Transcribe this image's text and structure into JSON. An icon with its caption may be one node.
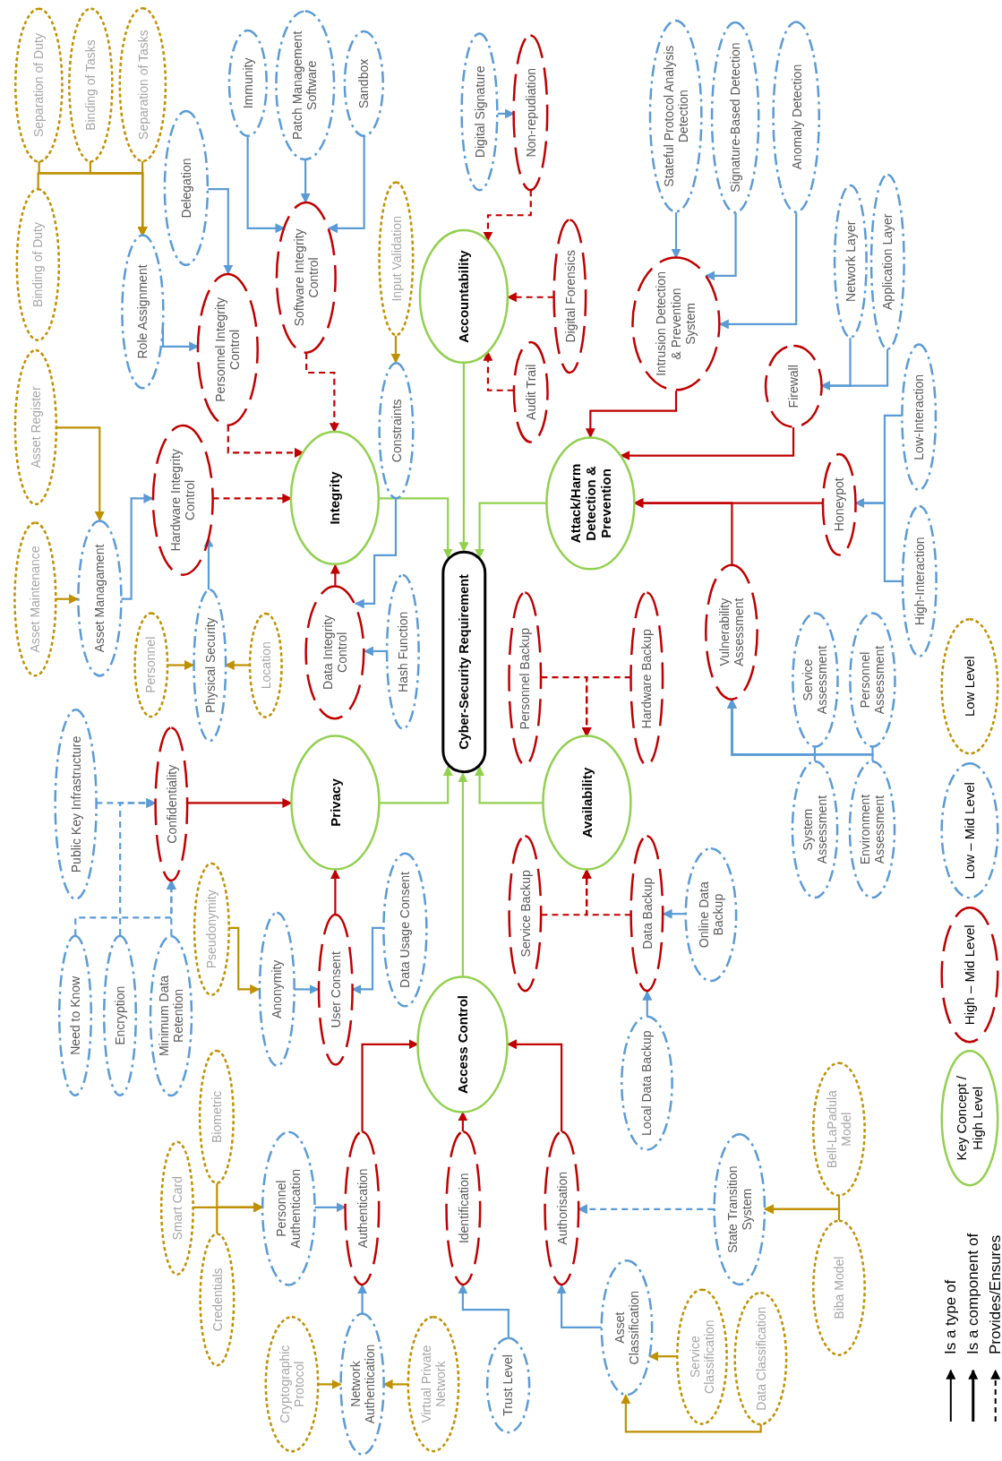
{
  "diagram": {
    "nodes": [
      {
        "text": [
          "Separation of Duty"
        ]
      },
      {
        "text": [
          "Binding of Tasks"
        ]
      },
      {
        "text": [
          "Separation of Tasks"
        ]
      },
      {
        "text": [
          "Binding of Duty"
        ]
      },
      {
        "text": [
          "Asset Register"
        ]
      },
      {
        "text": [
          "Asset Maintenance"
        ]
      },
      {
        "text": [
          "Asset Managament"
        ]
      },
      {
        "text": [
          "Role Assignment"
        ]
      },
      {
        "text": [
          "Delegation"
        ]
      },
      {
        "text": [
          "Personnel Integrity Control"
        ]
      },
      {
        "text": [
          "Hardware Integrity Control"
        ]
      },
      {
        "text": [
          "Immunity"
        ]
      },
      {
        "text": [
          "Patch Management Software"
        ]
      },
      {
        "text": [
          "Sandbox"
        ]
      },
      {
        "text": [
          "Software Integrity Control"
        ]
      },
      {
        "text": [
          "Input Validation"
        ]
      },
      {
        "text": [
          "Constraints"
        ]
      },
      {
        "text": [
          "Integrity"
        ]
      },
      {
        "text": [
          "Accountability"
        ]
      },
      {
        "text": [
          "Digital Signature"
        ]
      },
      {
        "text": [
          "Non-repudiation"
        ]
      },
      {
        "text": [
          "Digital Forensics"
        ]
      },
      {
        "text": [
          "Audit Trail"
        ]
      },
      {
        "text": [
          "Intrusion Detection & Prevention System"
        ]
      },
      {
        "text": [
          "Stateful Protocol Analysis Detection"
        ]
      },
      {
        "text": [
          "Signature-Based Detection"
        ]
      },
      {
        "text": [
          "Anomaly Detection"
        ]
      },
      {
        "text": [
          "Network Layer"
        ]
      },
      {
        "text": [
          "Application Layer"
        ]
      },
      {
        "text": [
          "Firewall"
        ]
      },
      {
        "text": [
          "Attack/Harm Detection & Prevention"
        ]
      },
      {
        "text": [
          "Honeypot"
        ]
      },
      {
        "text": [
          "Low-Interaction"
        ]
      },
      {
        "text": [
          "High-Interaction"
        ]
      },
      {
        "text": [
          "Cyber-Security Requirement"
        ]
      },
      {
        "text": [
          "Hash Function"
        ]
      },
      {
        "text": [
          "Data Integrity Control"
        ]
      },
      {
        "text": [
          "Physical Security"
        ]
      },
      {
        "text": [
          "Personnel"
        ]
      },
      {
        "text": [
          "Location"
        ]
      },
      {
        "text": [
          "Public Key Infrastructure"
        ]
      },
      {
        "text": [
          "Confidentiality"
        ]
      },
      {
        "text": [
          "Privacy"
        ]
      },
      {
        "text": [
          "Need to Know"
        ]
      },
      {
        "text": [
          "Encryption"
        ]
      },
      {
        "text": [
          "Minimum Data Retention"
        ]
      },
      {
        "text": [
          "Pseudonymity"
        ]
      },
      {
        "text": [
          "Anonymity"
        ]
      },
      {
        "text": [
          "User Consent"
        ]
      },
      {
        "text": [
          "Data Usage Consent"
        ]
      },
      {
        "text": [
          "Access Control"
        ]
      },
      {
        "text": [
          "Service Backup"
        ]
      },
      {
        "text": [
          "Availability"
        ]
      },
      {
        "text": [
          "Personnel Backup"
        ]
      },
      {
        "text": [
          "Hardware Backup"
        ]
      },
      {
        "text": [
          "Data Backup"
        ]
      },
      {
        "text": [
          "Online Data Backup"
        ]
      },
      {
        "text": [
          "Local Data Backup"
        ]
      },
      {
        "text": [
          "Vulnerability Assessment"
        ]
      },
      {
        "text": [
          "Service Assessment"
        ]
      },
      {
        "text": [
          "Personnel Assessment"
        ]
      },
      {
        "text": [
          "System Assessment"
        ]
      },
      {
        "text": [
          "Environment Assessment"
        ]
      },
      {
        "text": [
          "Credentials"
        ]
      },
      {
        "text": [
          "Smart Card"
        ]
      },
      {
        "text": [
          "Biometric"
        ]
      },
      {
        "text": [
          "Personnel Authentication"
        ]
      },
      {
        "text": [
          "Authentication"
        ]
      },
      {
        "text": [
          "Identification"
        ]
      },
      {
        "text": [
          "Cryptographic Protocol"
        ]
      },
      {
        "text": [
          "Network Authentication"
        ]
      },
      {
        "text": [
          "Virtual Private Network"
        ]
      },
      {
        "text": [
          "Trust Level"
        ]
      },
      {
        "text": [
          "Authorisation"
        ]
      },
      {
        "text": [
          "Asset Classification"
        ]
      },
      {
        "text": [
          "Service Classification"
        ]
      },
      {
        "text": [
          "Data Classification"
        ]
      },
      {
        "text": [
          "State Transition System"
        ]
      },
      {
        "text": [
          "Bell-LaPadula Model"
        ]
      },
      {
        "text": [
          "Biba Model"
        ]
      }
    ],
    "edges": [
      {
        "from": 0,
        "to": 7,
        "arrow": "to",
        "color": "#bf9000"
      },
      {
        "from": 1,
        "to": 7,
        "arrow": "to",
        "color": "#bf9000"
      },
      {
        "from": 2,
        "to": 7,
        "arrow": "to",
        "color": "#bf9000"
      },
      {
        "from": 3,
        "to": 7,
        "arrow": "to",
        "color": "#bf9000"
      },
      {
        "from": 4,
        "to": 6,
        "arrow": "to",
        "color": "#bf9000"
      },
      {
        "from": 5,
        "to": 6,
        "arrow": "to",
        "color": "#bf9000"
      },
      {
        "from": 6,
        "to": 10,
        "arrow": "to"
      },
      {
        "from": 37,
        "to": 10,
        "arrow": "to"
      },
      {
        "from": 38,
        "to": 37,
        "arrow": "to",
        "color": "#bf9000"
      },
      {
        "from": 39,
        "to": 37,
        "arrow": "to",
        "color": "#bf9000"
      },
      {
        "from": 7,
        "to": 9,
        "arrow": "to"
      },
      {
        "from": 8,
        "to": 9,
        "arrow": "to"
      },
      {
        "from": 11,
        "to": 14,
        "arrow": "to"
      },
      {
        "from": 12,
        "to": 14,
        "arrow": "to"
      },
      {
        "from": 13,
        "to": 14,
        "arrow": "to"
      },
      {
        "from": 14,
        "to": 17,
        "arrow": "to",
        "style": "dashed",
        "color": "#c00000"
      },
      {
        "from": 9,
        "to": 17,
        "arrow": "to",
        "style": "dashed",
        "color": "#c00000"
      },
      {
        "from": 10,
        "to": 17,
        "arrow": "to",
        "style": "dashed",
        "color": "#c00000"
      },
      {
        "from": 15,
        "to": 16,
        "arrow": "to",
        "color": "#bf9000"
      },
      {
        "from": 16,
        "to": 36,
        "arrow": "to"
      },
      {
        "from": 35,
        "to": 36,
        "arrow": "to"
      },
      {
        "from": 36,
        "to": 17,
        "arrow": "to",
        "color": "#c00000"
      },
      {
        "from": 17,
        "to": 34,
        "arrow": "to",
        "color": "#92d050"
      },
      {
        "from": 18,
        "to": 34,
        "arrow": "to",
        "color": "#92d050"
      },
      {
        "from": 30,
        "to": 34,
        "arrow": "to",
        "color": "#92d050"
      },
      {
        "from": 42,
        "to": 34,
        "arrow": "to",
        "color": "#92d050"
      },
      {
        "from": 52,
        "to": 34,
        "arrow": "to",
        "color": "#92d050"
      },
      {
        "from": 50,
        "to": 34,
        "arrow": "to",
        "color": "#92d050"
      },
      {
        "from": 21,
        "to": 18,
        "arrow": "to",
        "style": "dashed",
        "color": "#c00000"
      },
      {
        "from": 20,
        "to": 18,
        "arrow": "to",
        "style": "dashed",
        "color": "#c00000"
      },
      {
        "from": 22,
        "to": 18,
        "arrow": "to",
        "style": "dashed",
        "color": "#c00000"
      },
      {
        "from": 19,
        "to": 20,
        "arrow": "to"
      },
      {
        "from": 24,
        "to": 23,
        "arrow": "to"
      },
      {
        "from": 25,
        "to": 23,
        "arrow": "to"
      },
      {
        "from": 26,
        "to": 23,
        "arrow": "to"
      },
      {
        "from": 23,
        "to": 30,
        "arrow": "to",
        "color": "#c00000"
      },
      {
        "from": 29,
        "to": 30,
        "arrow": "to",
        "color": "#c00000"
      },
      {
        "from": 27,
        "to": 29,
        "arrow": "to"
      },
      {
        "from": 28,
        "to": 29,
        "arrow": "to"
      },
      {
        "from": 31,
        "to": 30,
        "arrow": "to",
        "color": "#c00000"
      },
      {
        "from": 58,
        "to": 30,
        "arrow": "to",
        "color": "#c00000"
      },
      {
        "from": 32,
        "to": 31,
        "arrow": "to"
      },
      {
        "from": 33,
        "to": 31,
        "arrow": "to"
      },
      {
        "from": 59,
        "to": 58,
        "arrow": "to"
      },
      {
        "from": 60,
        "to": 58,
        "arrow": "to"
      },
      {
        "from": 61,
        "to": 58,
        "arrow": "to"
      },
      {
        "from": 62,
        "to": 58,
        "arrow": "to"
      },
      {
        "from": 53,
        "to": 52,
        "arrow": "to",
        "style": "dashed",
        "color": "#c00000"
      },
      {
        "from": 54,
        "to": 52,
        "arrow": "to",
        "style": "dashed",
        "color": "#c00000"
      },
      {
        "from": 51,
        "to": 52,
        "arrow": "to",
        "style": "dashed",
        "color": "#c00000"
      },
      {
        "from": 55,
        "to": 52,
        "arrow": "to",
        "style": "dashed",
        "color": "#c00000"
      },
      {
        "from": 56,
        "to": 55,
        "arrow": "to"
      },
      {
        "from": 57,
        "to": 55,
        "arrow": "to"
      },
      {
        "from": 47,
        "to": 48,
        "arrow": "to"
      },
      {
        "from": 49,
        "to": 48,
        "arrow": "to"
      },
      {
        "from": 46,
        "to": 47,
        "arrow": "to",
        "color": "#bf9000"
      },
      {
        "from": 48,
        "to": 42,
        "arrow": "to",
        "color": "#c00000"
      },
      {
        "from": 41,
        "to": 42,
        "arrow": "to",
        "color": "#c00000"
      },
      {
        "from": 40,
        "to": 41,
        "arrow": "to",
        "style": "dashed"
      },
      {
        "from": 43,
        "to": 41,
        "arrow": "to",
        "style": "dashed"
      },
      {
        "from": 44,
        "to": 41,
        "arrow": "to",
        "style": "dashed"
      },
      {
        "from": 45,
        "to": 41,
        "arrow": "to",
        "style": "dashed"
      },
      {
        "from": 67,
        "to": 50,
        "arrow": "to",
        "color": "#c00000"
      },
      {
        "from": 68,
        "to": 50,
        "arrow": "to",
        "color": "#c00000"
      },
      {
        "from": 73,
        "to": 50,
        "arrow": "to",
        "color": "#c00000"
      },
      {
        "from": 66,
        "to": 67,
        "arrow": "to"
      },
      {
        "from": 70,
        "to": 67,
        "arrow": "to"
      },
      {
        "from": 69,
        "to": 70,
        "arrow": "to",
        "color": "#bf9000"
      },
      {
        "from": 71,
        "to": 70,
        "arrow": "to",
        "color": "#bf9000"
      },
      {
        "from": 63,
        "to": 66,
        "arrow": "to",
        "color": "#bf9000"
      },
      {
        "from": 64,
        "to": 66,
        "arrow": "to",
        "color": "#bf9000"
      },
      {
        "from": 65,
        "to": 66,
        "arrow": "to",
        "color": "#bf9000"
      },
      {
        "from": 72,
        "to": 68,
        "arrow": "to"
      },
      {
        "from": 74,
        "to": 73,
        "arrow": "to"
      },
      {
        "from": 77,
        "to": 73,
        "arrow": "to",
        "style": "dashed"
      },
      {
        "from": 75,
        "to": 74,
        "arrow": "to",
        "color": "#bf9000"
      },
      {
        "from": 76,
        "to": 74,
        "arrow": "to",
        "color": "#bf9000"
      },
      {
        "from": 78,
        "to": 77,
        "arrow": "to",
        "color": "#bf9000"
      },
      {
        "from": 79,
        "to": 77,
        "arrow": "to",
        "color": "#bf9000"
      }
    ],
    "legend": [
      {
        "text": "Is a type of"
      },
      {
        "text": "Is a component of"
      },
      {
        "text": "Provides/Ensures"
      },
      {
        "text": "Key Concept / High Level"
      },
      {
        "text": "High – Mid Level"
      },
      {
        "text": "Low – Mid Level"
      },
      {
        "text": "Low Level"
      }
    ]
  }
}
